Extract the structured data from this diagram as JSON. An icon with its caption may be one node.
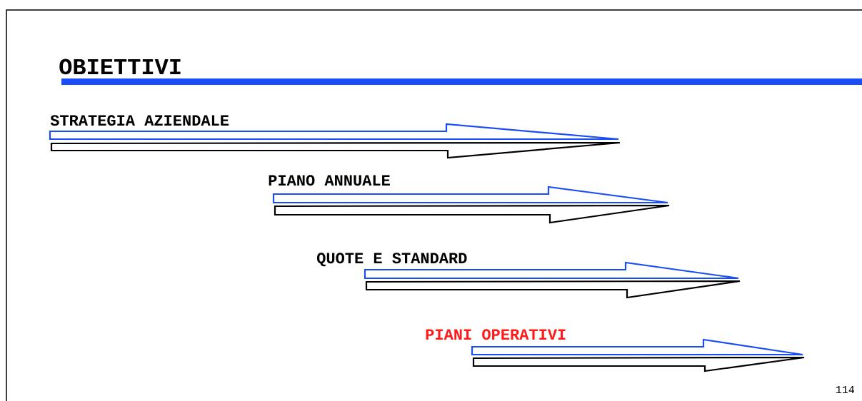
{
  "diagram": {
    "title": "OBIETTIVI",
    "nodes": [
      {
        "text": [
          "STRATEGIA AZIENDALE"
        ]
      },
      {
        "text": [
          "PIANO ANNUALE"
        ]
      },
      {
        "text": [
          "QUOTE E STANDARD"
        ]
      },
      {
        "text": [
          "PIANI OPERATIVI"
        ]
      }
    ],
    "labels": [
      "114"
    ]
  }
}
